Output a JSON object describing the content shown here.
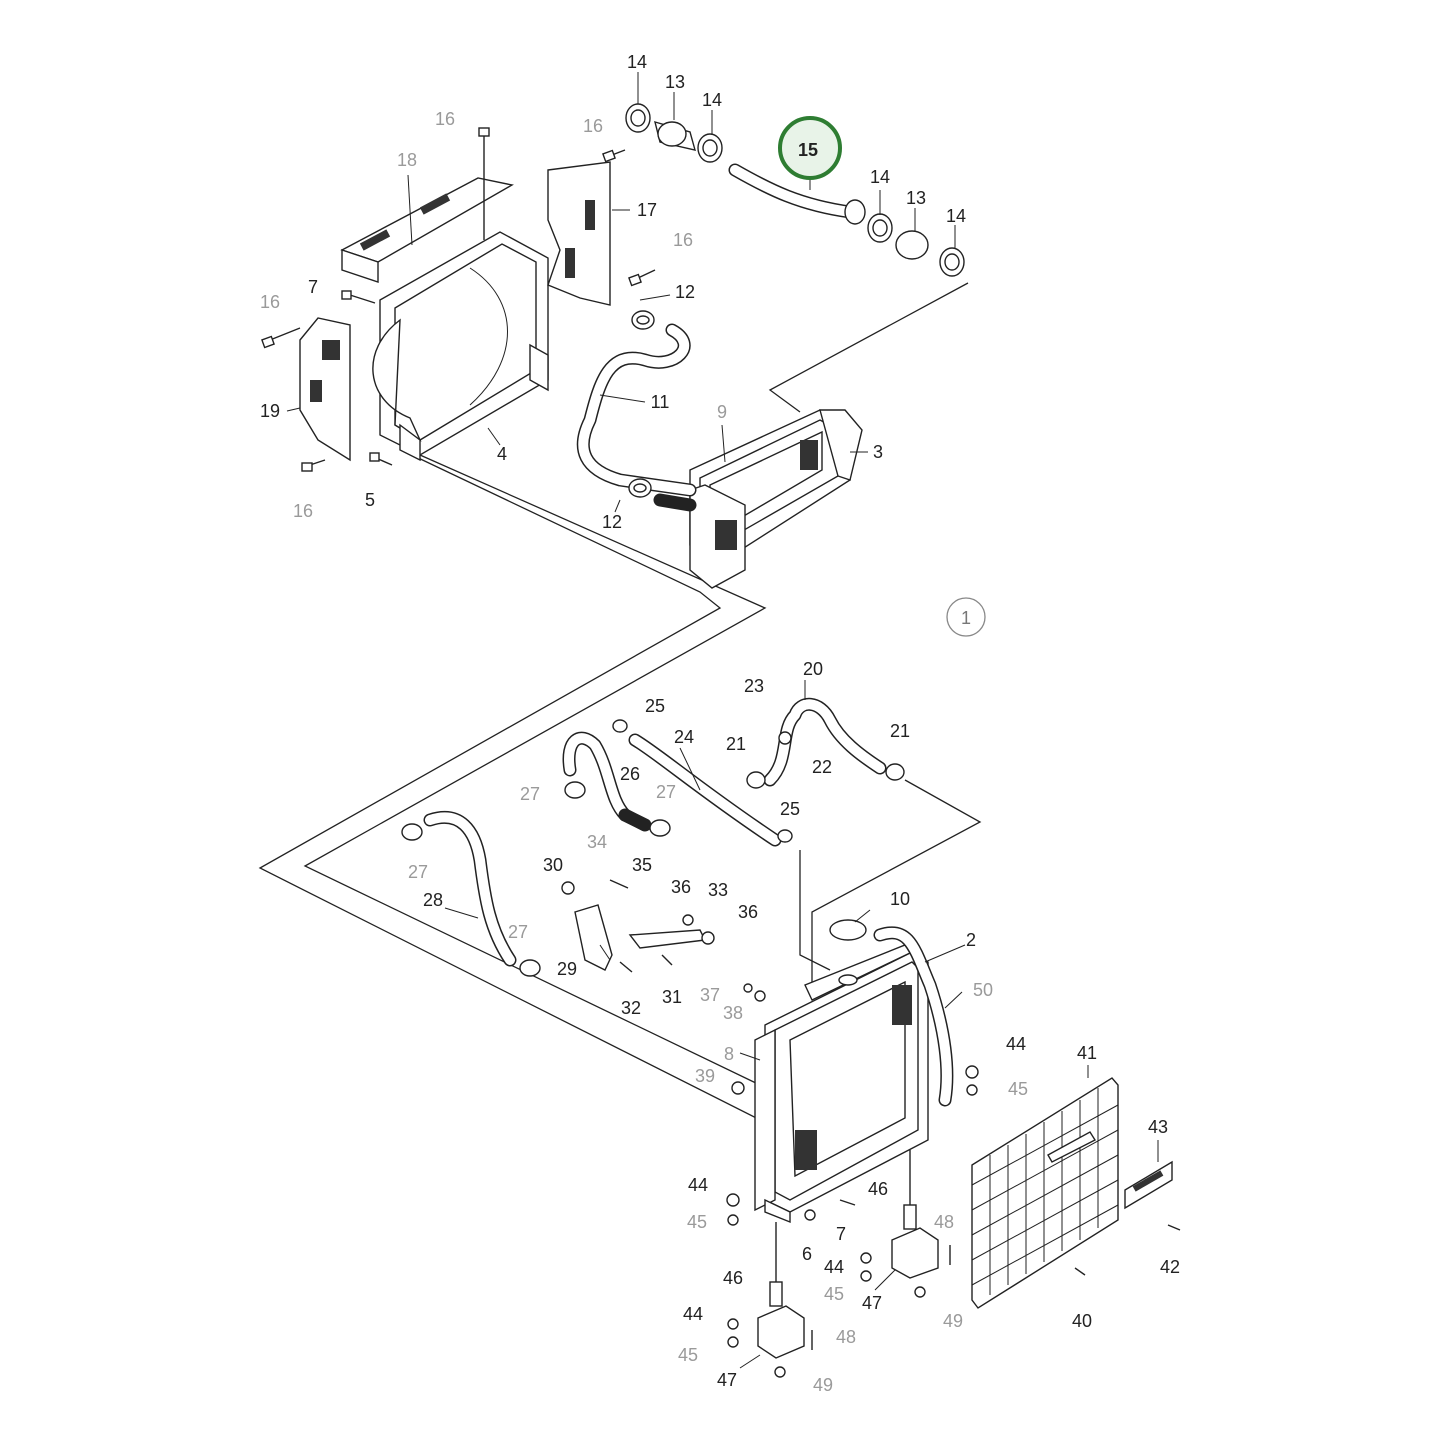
{
  "diagram": {
    "highlight_color": "#2e7d32",
    "highlighted_part": "15",
    "assembly_badge": "1",
    "callouts": [
      {
        "id": "c14a",
        "text": "14",
        "shade": "dark"
      },
      {
        "id": "c13a",
        "text": "13",
        "shade": "dark"
      },
      {
        "id": "c14b",
        "text": "14",
        "shade": "dark"
      },
      {
        "id": "c15",
        "text": "15",
        "shade": "dark"
      },
      {
        "id": "c14c",
        "text": "14",
        "shade": "dark"
      },
      {
        "id": "c13b",
        "text": "13",
        "shade": "dark"
      },
      {
        "id": "c14d",
        "text": "14",
        "shade": "dark"
      },
      {
        "id": "c16a",
        "text": "16",
        "shade": "gray"
      },
      {
        "id": "c16b",
        "text": "16",
        "shade": "gray"
      },
      {
        "id": "c18",
        "text": "18",
        "shade": "gray"
      },
      {
        "id": "c17",
        "text": "17",
        "shade": "dark"
      },
      {
        "id": "c16c",
        "text": "16",
        "shade": "gray"
      },
      {
        "id": "c7a",
        "text": "7",
        "shade": "dark"
      },
      {
        "id": "c16d",
        "text": "16",
        "shade": "gray"
      },
      {
        "id": "c12a",
        "text": "12",
        "shade": "dark"
      },
      {
        "id": "c11",
        "text": "11",
        "shade": "dark"
      },
      {
        "id": "c19",
        "text": "19",
        "shade": "dark"
      },
      {
        "id": "c9",
        "text": "9",
        "shade": "gray"
      },
      {
        "id": "c3",
        "text": "3",
        "shade": "dark"
      },
      {
        "id": "c4",
        "text": "4",
        "shade": "dark"
      },
      {
        "id": "c5",
        "text": "5",
        "shade": "dark"
      },
      {
        "id": "c16e",
        "text": "16",
        "shade": "gray"
      },
      {
        "id": "c12b",
        "text": "12",
        "shade": "dark"
      },
      {
        "id": "c23",
        "text": "23",
        "shade": "dark"
      },
      {
        "id": "c20",
        "text": "20",
        "shade": "dark"
      },
      {
        "id": "c25a",
        "text": "25",
        "shade": "dark"
      },
      {
        "id": "c24",
        "text": "24",
        "shade": "dark"
      },
      {
        "id": "c21a",
        "text": "21",
        "shade": "dark"
      },
      {
        "id": "c22",
        "text": "22",
        "shade": "dark"
      },
      {
        "id": "c21b",
        "text": "21",
        "shade": "dark"
      },
      {
        "id": "c27a",
        "text": "27",
        "shade": "gray"
      },
      {
        "id": "c26",
        "text": "26",
        "shade": "dark"
      },
      {
        "id": "c27b",
        "text": "27",
        "shade": "gray"
      },
      {
        "id": "c25b",
        "text": "25",
        "shade": "dark"
      },
      {
        "id": "c34",
        "text": "34",
        "shade": "gray"
      },
      {
        "id": "c30",
        "text": "30",
        "shade": "dark"
      },
      {
        "id": "c35",
        "text": "35",
        "shade": "dark"
      },
      {
        "id": "c27c",
        "text": "27",
        "shade": "gray"
      },
      {
        "id": "c36a",
        "text": "36",
        "shade": "dark"
      },
      {
        "id": "c33",
        "text": "33",
        "shade": "dark"
      },
      {
        "id": "c10",
        "text": "10",
        "shade": "dark"
      },
      {
        "id": "c28",
        "text": "28",
        "shade": "dark"
      },
      {
        "id": "c36b",
        "text": "36",
        "shade": "dark"
      },
      {
        "id": "c27d",
        "text": "27",
        "shade": "gray"
      },
      {
        "id": "c2",
        "text": "2",
        "shade": "dark"
      },
      {
        "id": "c29",
        "text": "29",
        "shade": "dark"
      },
      {
        "id": "c37",
        "text": "37",
        "shade": "gray"
      },
      {
        "id": "c50",
        "text": "50",
        "shade": "gray"
      },
      {
        "id": "c32",
        "text": "32",
        "shade": "dark"
      },
      {
        "id": "c31",
        "text": "31",
        "shade": "dark"
      },
      {
        "id": "c38",
        "text": "38",
        "shade": "gray"
      },
      {
        "id": "c44a",
        "text": "44",
        "shade": "dark"
      },
      {
        "id": "c8",
        "text": "8",
        "shade": "gray"
      },
      {
        "id": "c41",
        "text": "41",
        "shade": "dark"
      },
      {
        "id": "c39",
        "text": "39",
        "shade": "gray"
      },
      {
        "id": "c45a",
        "text": "45",
        "shade": "gray"
      },
      {
        "id": "c43",
        "text": "43",
        "shade": "dark"
      },
      {
        "id": "c44b",
        "text": "44",
        "shade": "dark"
      },
      {
        "id": "c46a",
        "text": "46",
        "shade": "dark"
      },
      {
        "id": "c45b",
        "text": "45",
        "shade": "gray"
      },
      {
        "id": "c48a",
        "text": "48",
        "shade": "gray"
      },
      {
        "id": "c7b",
        "text": "7",
        "shade": "dark"
      },
      {
        "id": "c6",
        "text": "6",
        "shade": "dark"
      },
      {
        "id": "c42",
        "text": "42",
        "shade": "dark"
      },
      {
        "id": "c44c",
        "text": "44",
        "shade": "dark"
      },
      {
        "id": "c45c",
        "text": "45",
        "shade": "gray"
      },
      {
        "id": "c47a",
        "text": "47",
        "shade": "dark"
      },
      {
        "id": "c46b",
        "text": "46",
        "shade": "dark"
      },
      {
        "id": "c49a",
        "text": "49",
        "shade": "gray"
      },
      {
        "id": "c40",
        "text": "40",
        "shade": "dark"
      },
      {
        "id": "c44d",
        "text": "44",
        "shade": "dark"
      },
      {
        "id": "c48b",
        "text": "48",
        "shade": "gray"
      },
      {
        "id": "c45d",
        "text": "45",
        "shade": "gray"
      },
      {
        "id": "c47b",
        "text": "47",
        "shade": "dark"
      },
      {
        "id": "c49b",
        "text": "49",
        "shade": "gray"
      }
    ]
  }
}
